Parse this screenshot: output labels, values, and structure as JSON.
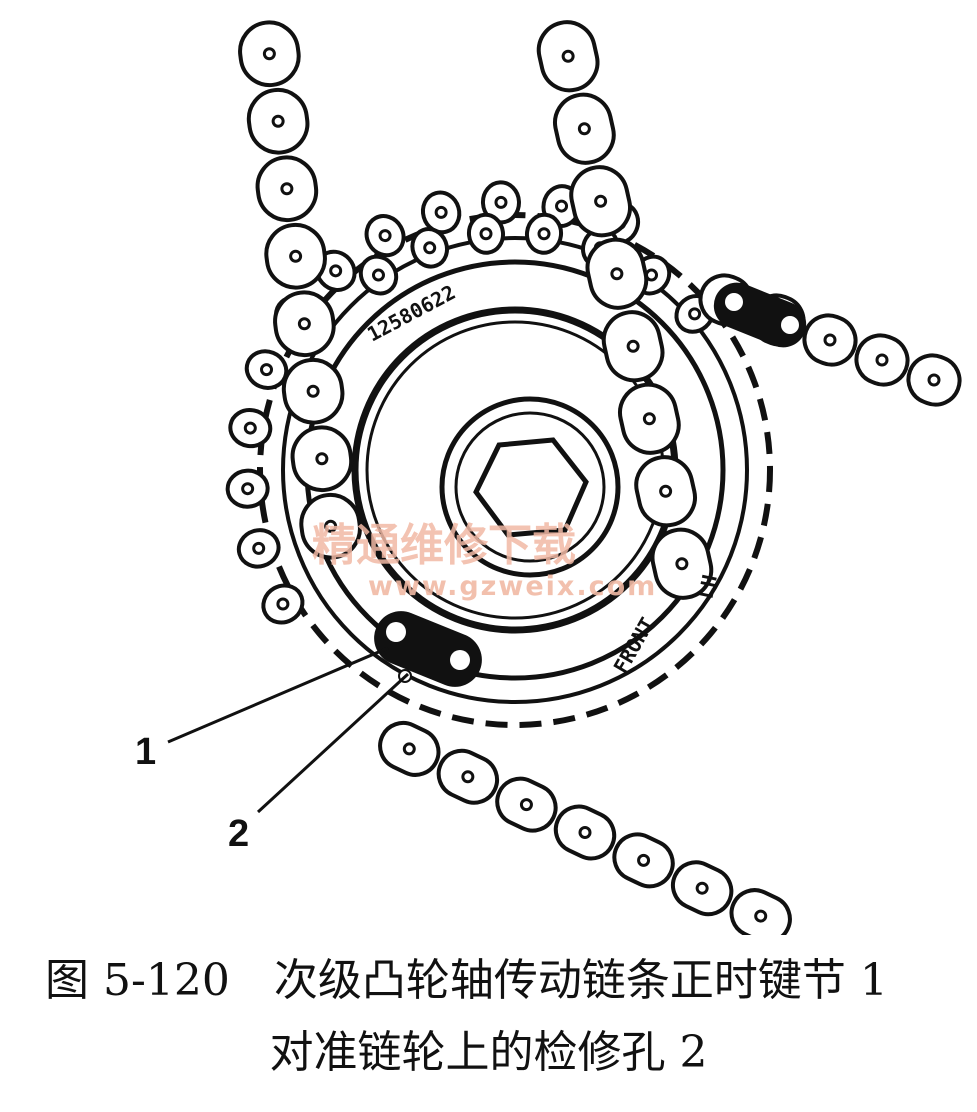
{
  "callouts": [
    {
      "label": "1"
    },
    {
      "label": "2"
    }
  ],
  "stamps": {
    "upper_part_number": "12580622",
    "lower_left": "LH",
    "front": "FRONT"
  },
  "watermark": {
    "chinese": "精通维修下载",
    "url": "www.gzweix.com",
    "color": "#f1b9a4"
  },
  "caption": {
    "line1": "图 5-120　次级凸轮轴传动链条正时键节 1",
    "line2": "对准链轮上的检修孔 2"
  }
}
